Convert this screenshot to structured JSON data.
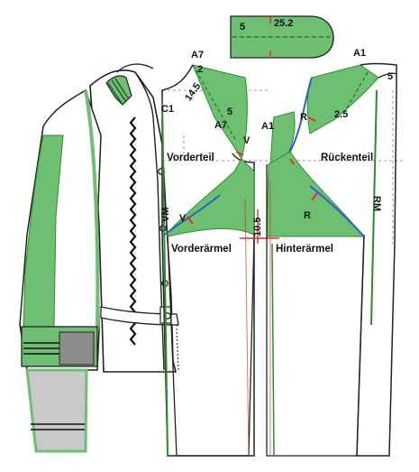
{
  "colors": {
    "fill_green": "#6fbf73",
    "stroke_green": "#2e8b2e",
    "outline": "#222222",
    "dashed_guide": "#9a9a9a",
    "seam_blue": "#2f5fc4",
    "mark_red": "#d9342b",
    "paper": "#ffffff"
  },
  "icons": {
    "button": "circle-outline",
    "zipper": "zigzag-teeth"
  },
  "inset": {
    "width_label": "5",
    "length_label": "25.2"
  },
  "front": {
    "neck_point": "A7",
    "collar_width": "2",
    "neck_distance": "14.5",
    "shoulder_point": "C1",
    "shoulder_offset": "5",
    "armhole_point": "A7",
    "notch": "V",
    "panel_name": "Vorderteil",
    "center_front": "VM"
  },
  "back": {
    "neck_point": "A1",
    "neck_offset": "5",
    "armhole_notch": "R",
    "shoulder_offset": "2.5",
    "armhole_point": "A1",
    "panel_name": "Rückenteil",
    "center_back": "RM"
  },
  "sleeves": {
    "front_notch": "V",
    "front_sleeve": "Vorderärmel",
    "back_notch": "R",
    "back_sleeve": "Hinterärmel",
    "cap_height": "10.5"
  }
}
